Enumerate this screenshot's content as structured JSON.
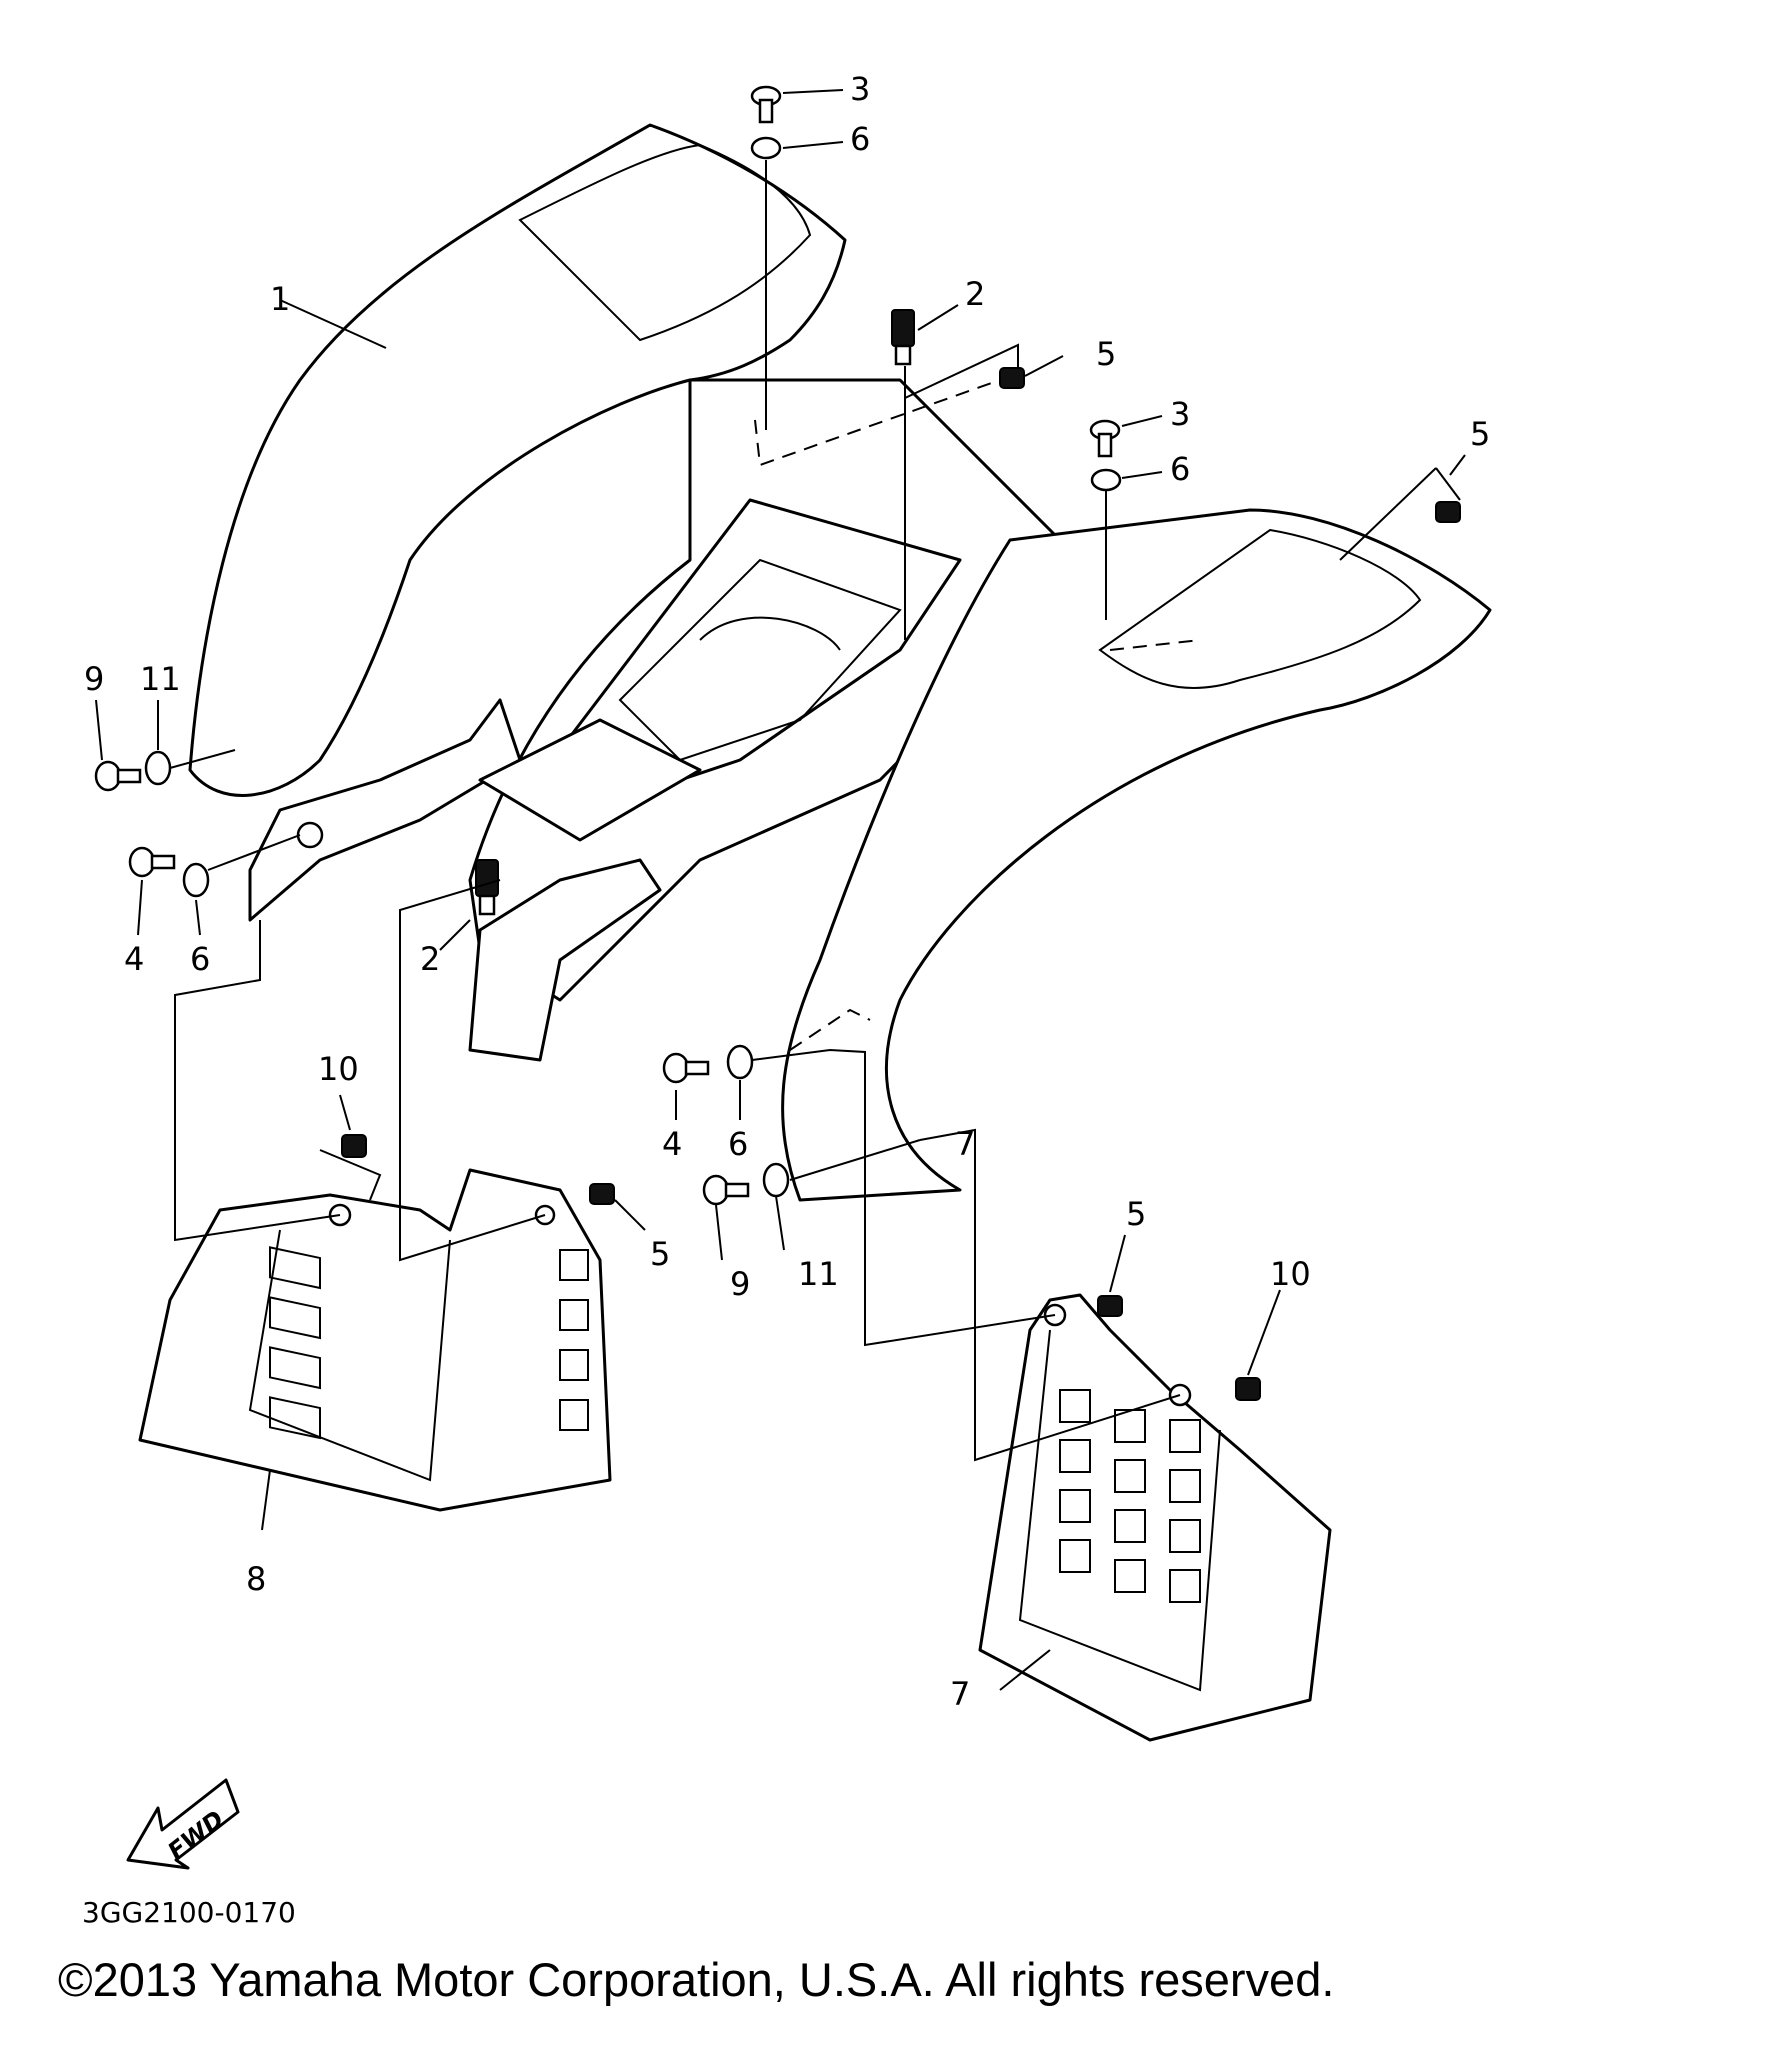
{
  "diagram_code": "3GG2100-0170",
  "fwd_label": "FWD",
  "copyright": "©2013 Yamaha Motor Corporation, U.S.A. All rights reserved.",
  "callouts": [
    "1",
    "2",
    "3",
    "6",
    "5",
    "3",
    "6",
    "5",
    "9",
    "11",
    "4",
    "6",
    "2",
    "10",
    "5",
    "4",
    "6",
    "9",
    "11",
    "7",
    "5",
    "10",
    "8",
    "7"
  ]
}
